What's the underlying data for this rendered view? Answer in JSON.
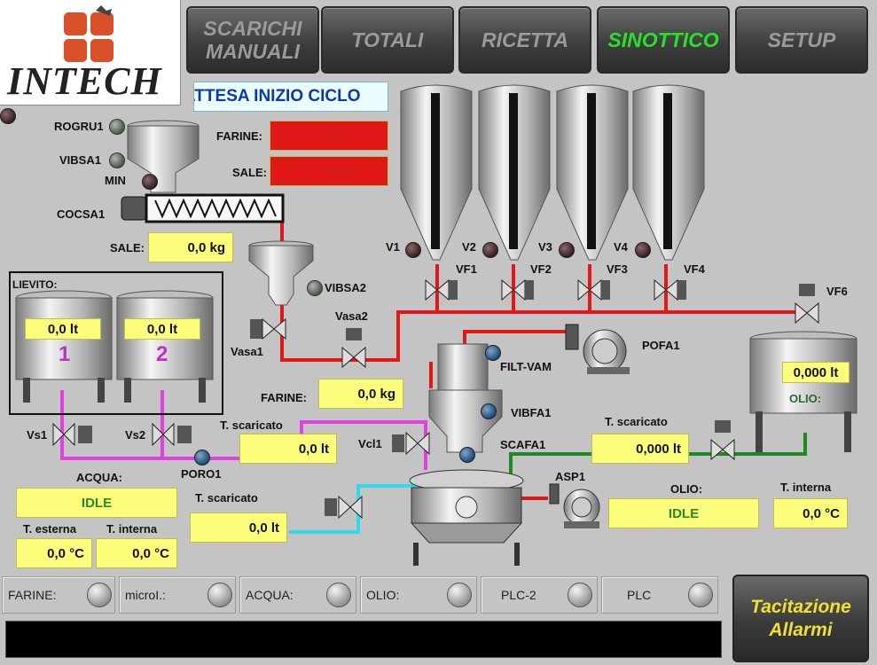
{
  "logo": {
    "text": "INTECH"
  },
  "tabs": [
    {
      "label_l1": "SCARICHI",
      "label_l2": "MANUALI"
    },
    {
      "label": "TOTALI"
    },
    {
      "label": "RICETTA"
    },
    {
      "label": "SINOTTICO"
    },
    {
      "label": "SETUP"
    }
  ],
  "status_banner": "ATTESA INIZIO CICLO",
  "dosing": {
    "farine_label": "FARINE:",
    "farine_value": "\" \" idle",
    "sale_label": "SALE:",
    "sale_value": "\" \" idle"
  },
  "labels": {
    "rogru1": "ROGRU1",
    "vibsa1": "VIBSA1",
    "min": "MIN",
    "cocsa1": "COCSA1",
    "sale": "SALE:",
    "lievito": "LIEVITO:",
    "vibsa2": "VIBSA2",
    "vasa1": "Vasa1",
    "vasa2": "Vasa2",
    "farine": "FARINE:",
    "v1": "V1",
    "v2": "V2",
    "v3": "V3",
    "v4": "V4",
    "vf1": "VF1",
    "vf2": "VF2",
    "vf3": "VF3",
    "vf4": "VF4",
    "vf6": "VF6",
    "pofa1": "POFA1",
    "filt_vam": "FILT-VAM",
    "vibfa1": "VIBFA1",
    "scafa1": "SCAFA1",
    "asp1": "ASP1",
    "vcl1": "Vcl1",
    "vs1": "Vs1",
    "vs2": "Vs2",
    "poro1": "PORO1",
    "acqua": "ACQUA:",
    "t_scaricato": "T. scaricato",
    "t_esterna": "T. esterna",
    "t_interna": "T. interna",
    "olio": "OLIO:",
    "olio_tank": "OLIO:",
    "tank1": "1",
    "tank2": "2"
  },
  "values": {
    "sale_kg": "0,0 kg",
    "lievito1": "0,0 lt",
    "lievito2": "0,0 lt",
    "farine_kg": "0,0 kg",
    "t_scaricato_lievito": "0,0 lt",
    "t_scaricato_olio": "0,000 lt",
    "t_scaricato_acqua": "0,0 lt",
    "olio_tank_lt": "0,000 lt",
    "acqua_state": "IDLE",
    "olio_state": "IDLE",
    "t_esterna": "0,0 °C",
    "t_interna_acqua": "0,0 °C",
    "t_interna_olio": "0,0 °C"
  },
  "status_bar": [
    {
      "label": "FARINE:"
    },
    {
      "label": "microI.:"
    },
    {
      "label": "ACQUA:"
    },
    {
      "label": "OLIO:"
    },
    {
      "label": "PLC-2"
    },
    {
      "label": "PLC"
    }
  ],
  "alarm_button": {
    "line1": "Tacitazione",
    "line2": "Allarmi"
  },
  "colors": {
    "pipe_flour": "#e01818",
    "pipe_yeast": "#e040e0",
    "pipe_water": "#33d8f0",
    "pipe_oil": "#1f8a1f",
    "value_box": "#fdfd7c",
    "active_tab": "#28e028",
    "alarm_text": "#f0e030"
  }
}
